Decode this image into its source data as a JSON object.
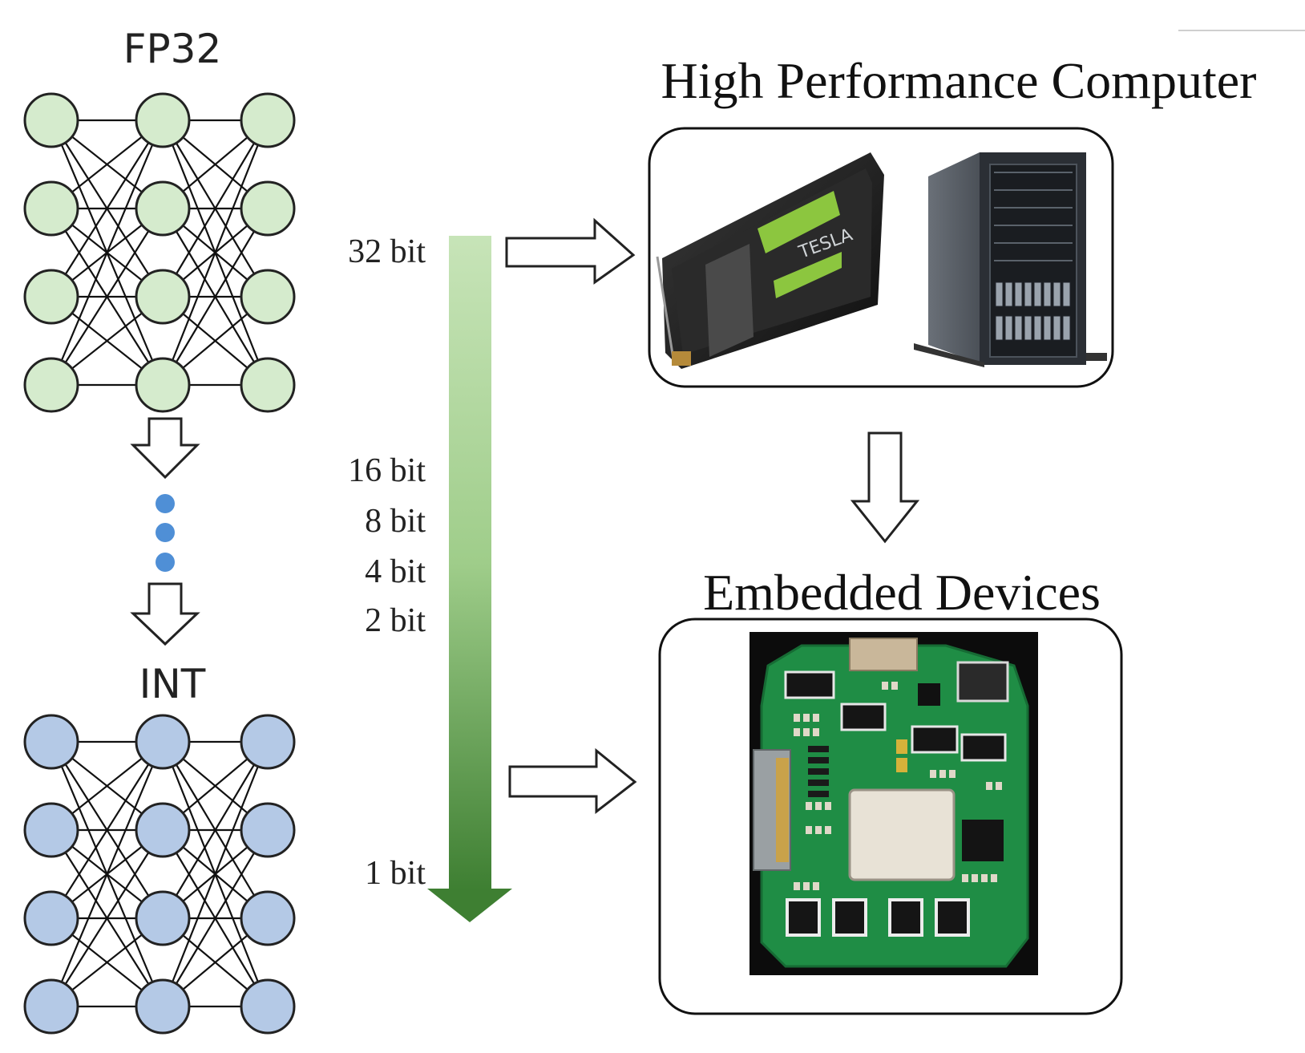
{
  "labels": {
    "fp32": "FP32",
    "int": "INT",
    "high_performance_computer": "High Performance Computer",
    "embedded_devices": "Embedded Devices"
  },
  "bit_widths": [
    "32 bit",
    "16 bit",
    "8 bit",
    "4 bit",
    "2 bit",
    "1 bit"
  ],
  "colors": {
    "fp32_node_fill": "#d5ebcd",
    "int_node_fill": "#b4c9e6",
    "dot_blue": "#4f8fd6",
    "gradient_top": "#c7e4b8",
    "gradient_mid": "#9fcd8a",
    "gradient_bottom": "#3e7f32",
    "gpu_accent": "#8cc63f",
    "pcb_green": "#1f8d45"
  },
  "icons": {
    "gpu": "gpu-card-icon",
    "server": "tower-server-icon",
    "pcb": "circuit-board-icon"
  }
}
